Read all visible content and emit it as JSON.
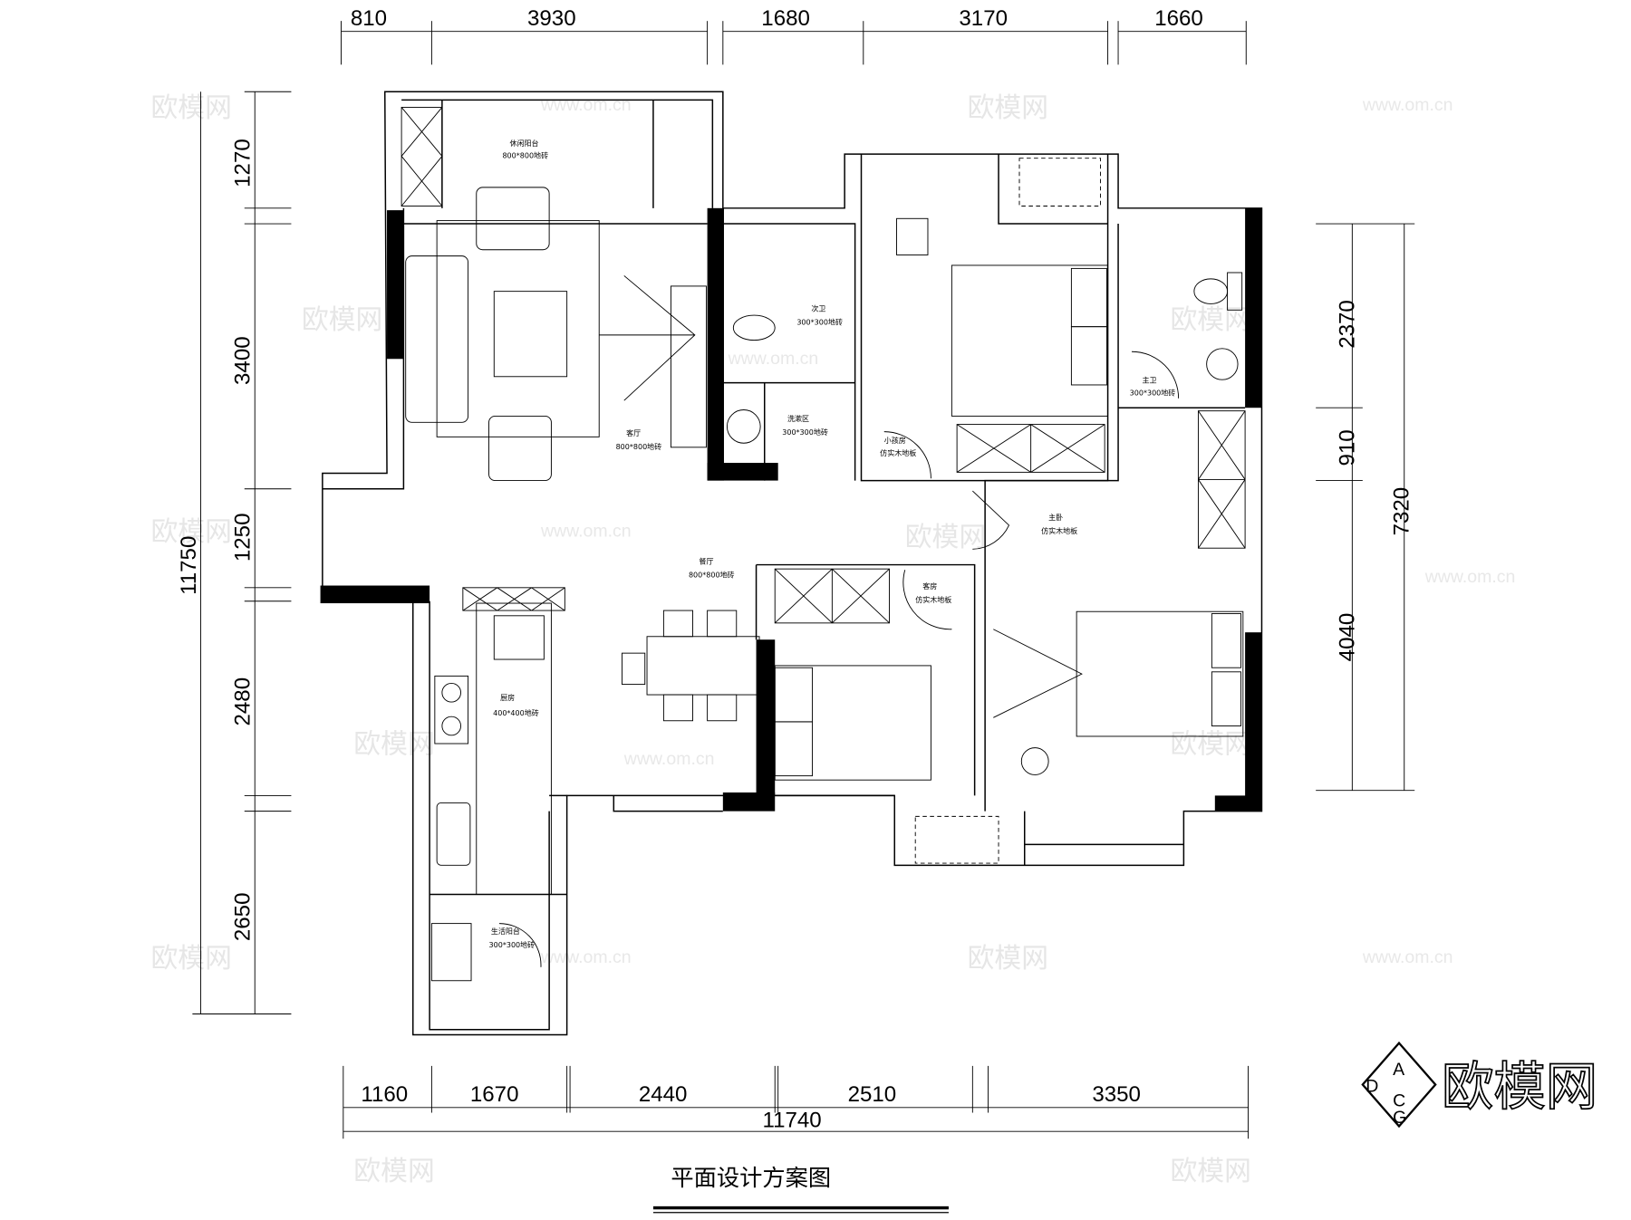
{
  "dimensions": {
    "top": [
      "810",
      "3930",
      "1680",
      "3170",
      "1660"
    ],
    "left": [
      "1270",
      "3400",
      "1250",
      "2480",
      "2650"
    ],
    "left_total": "11750",
    "right": [
      "2370",
      "910",
      "4040"
    ],
    "right_total": "7320",
    "bottom": [
      "1160",
      "1670",
      "2440",
      "2510",
      "3350"
    ],
    "bottom_total": "11740"
  },
  "rooms": {
    "leisure_balcony": {
      "name": "休闲阳台",
      "floor": "800*800地砖"
    },
    "living_room": {
      "name": "客厅",
      "floor": "800*800地砖"
    },
    "second_bath": {
      "name": "次卫",
      "floor": "300*300地砖"
    },
    "wash_area": {
      "name": "洗漱区",
      "floor": "300*300地砖"
    },
    "kids_room": {
      "name": "小孩房",
      "floor": "仿实木地板"
    },
    "master_bath": {
      "name": "主卫",
      "floor": "300*300地砖"
    },
    "master_bedroom": {
      "name": "主卧",
      "floor": "仿实木地板"
    },
    "dining_room": {
      "name": "餐厅",
      "floor": "800*800地砖"
    },
    "guest_room": {
      "name": "客房",
      "floor": "仿实木地板"
    },
    "kitchen": {
      "name": "厨房",
      "floor": "400*400地砖"
    },
    "utility_balcony": {
      "name": "生活阳台",
      "floor": "300*300地砖"
    }
  },
  "drawing_title": "平面设计方案图",
  "watermark": {
    "brand": "欧模网",
    "url": "www.om.cn"
  },
  "logo": {
    "letters": [
      "A",
      "D",
      "C",
      "G"
    ],
    "text": "欧模网"
  }
}
